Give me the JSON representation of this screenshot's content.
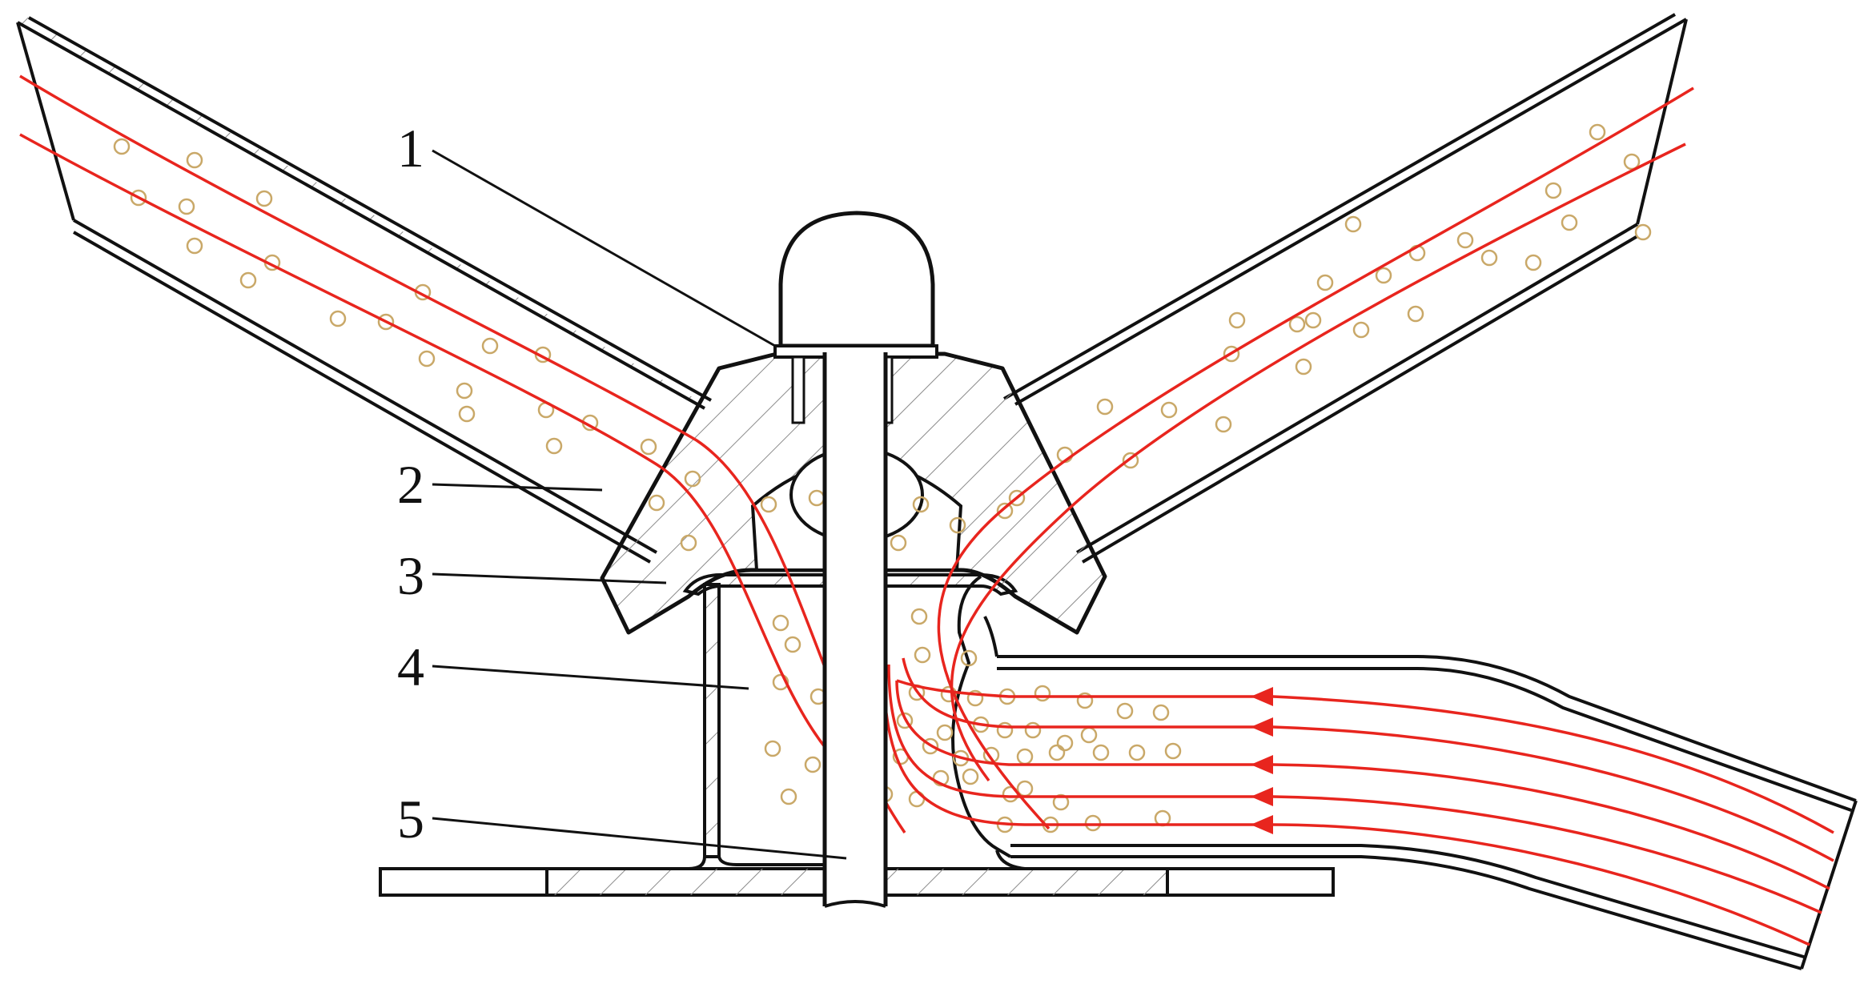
{
  "callouts": [
    {
      "id": "1",
      "label": "1"
    },
    {
      "id": "2",
      "label": "2"
    },
    {
      "id": "3",
      "label": "3"
    },
    {
      "id": "4",
      "label": "4"
    },
    {
      "id": "5",
      "label": "5"
    }
  ],
  "colors": {
    "background": "#ffffff",
    "outline": "#111111",
    "hatch": "#8a8a8a",
    "flow_lines": "#e8251e",
    "particles": "#c9a868"
  }
}
